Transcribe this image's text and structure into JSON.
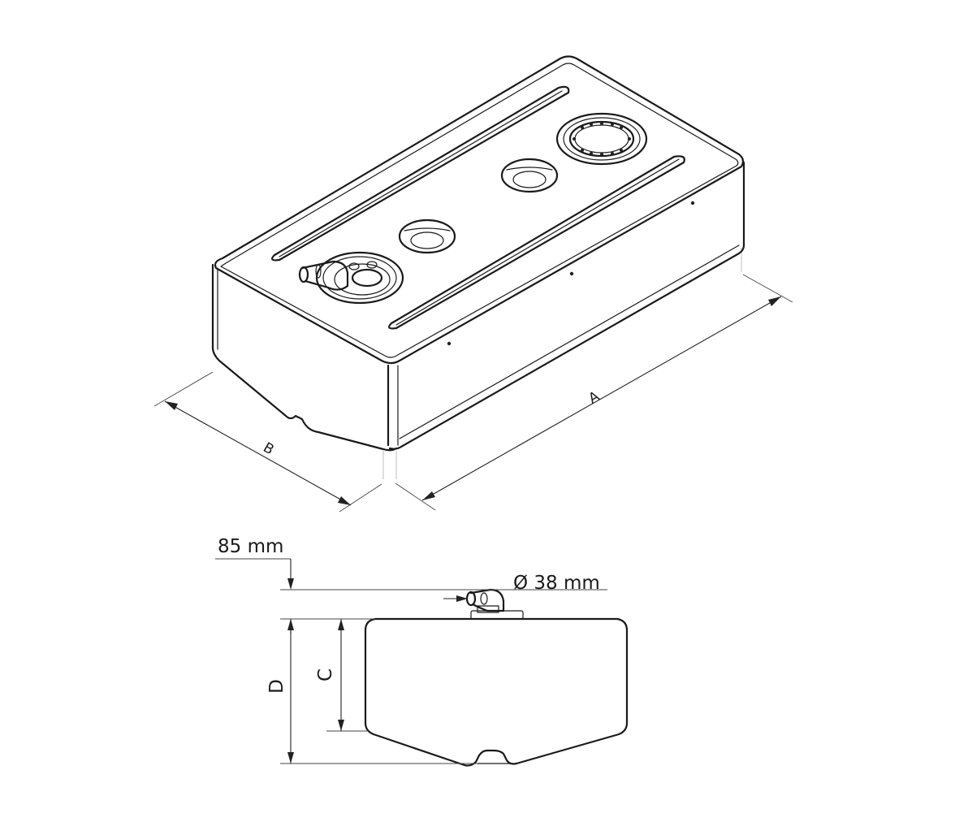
{
  "labels": {
    "length": "A",
    "width": "B",
    "height_body": "C",
    "height_total": "D",
    "fitting_height": "85 mm",
    "fitting_diameter": "Ø 38 mm"
  },
  "colors": {
    "line": "#1a1a1a",
    "background": "#ffffff"
  }
}
